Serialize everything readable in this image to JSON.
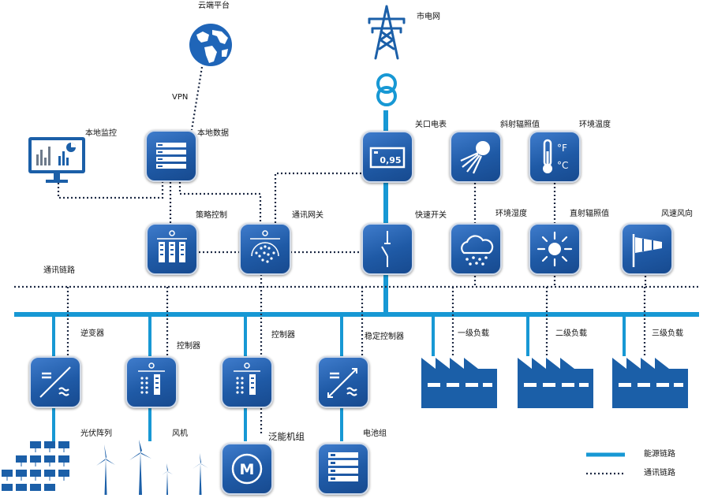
{
  "colors": {
    "energy": "#1798d4",
    "comm": "#1e2a44",
    "device": "#2463b0",
    "icon": "#1b5fa8"
  },
  "labels": {
    "cloud_platform": "云端平台",
    "vpn": "VPN",
    "grid": "市电网",
    "local_monitor": "本地监控",
    "local_data": "本地数据",
    "gateway_meter": "关口电表",
    "tilted_irradiance": "斜射辐照值",
    "ambient_temp": "环境温度",
    "strategy_control": "策略控制",
    "comm_gateway": "通讯网关",
    "fast_switch": "快速开关",
    "ambient_humidity": "环境湿度",
    "direct_irradiance": "直射辐照值",
    "wind_speed_dir": "风速风向",
    "comm_link_label": "通讯链路",
    "inverter": "逆变器",
    "controller_1": "控制器",
    "controller_2": "控制器",
    "stabilizer": "稳定控制器",
    "load_1": "一级负载",
    "load_2": "二级负载",
    "load_3": "三级负载",
    "pv_array": "光伏阵列",
    "wind_turbine": "风机",
    "generator_set": "泛能机组",
    "battery": "电池组",
    "meter_value": "0,95",
    "temp_f": "°F",
    "temp_c": "°C",
    "motor_letter": "M"
  },
  "legend": {
    "energy_link": "能源链路",
    "comm_link": "通讯链路"
  },
  "icons": [
    "globe-icon",
    "power-tower-icon",
    "transformer-icon",
    "monitor-icon",
    "server-icon",
    "meter-icon",
    "sun-tilted-icon",
    "thermometer-icon",
    "strategy-control-icon",
    "gateway-icon",
    "fast-switch-icon",
    "cloud-rain-icon",
    "sun-icon",
    "windsock-icon",
    "inverter-icon",
    "controller-icon",
    "stabilizer-icon",
    "factory-icon",
    "solar-panel-icon",
    "wind-turbine-icon",
    "motor-icon",
    "battery-icon"
  ]
}
